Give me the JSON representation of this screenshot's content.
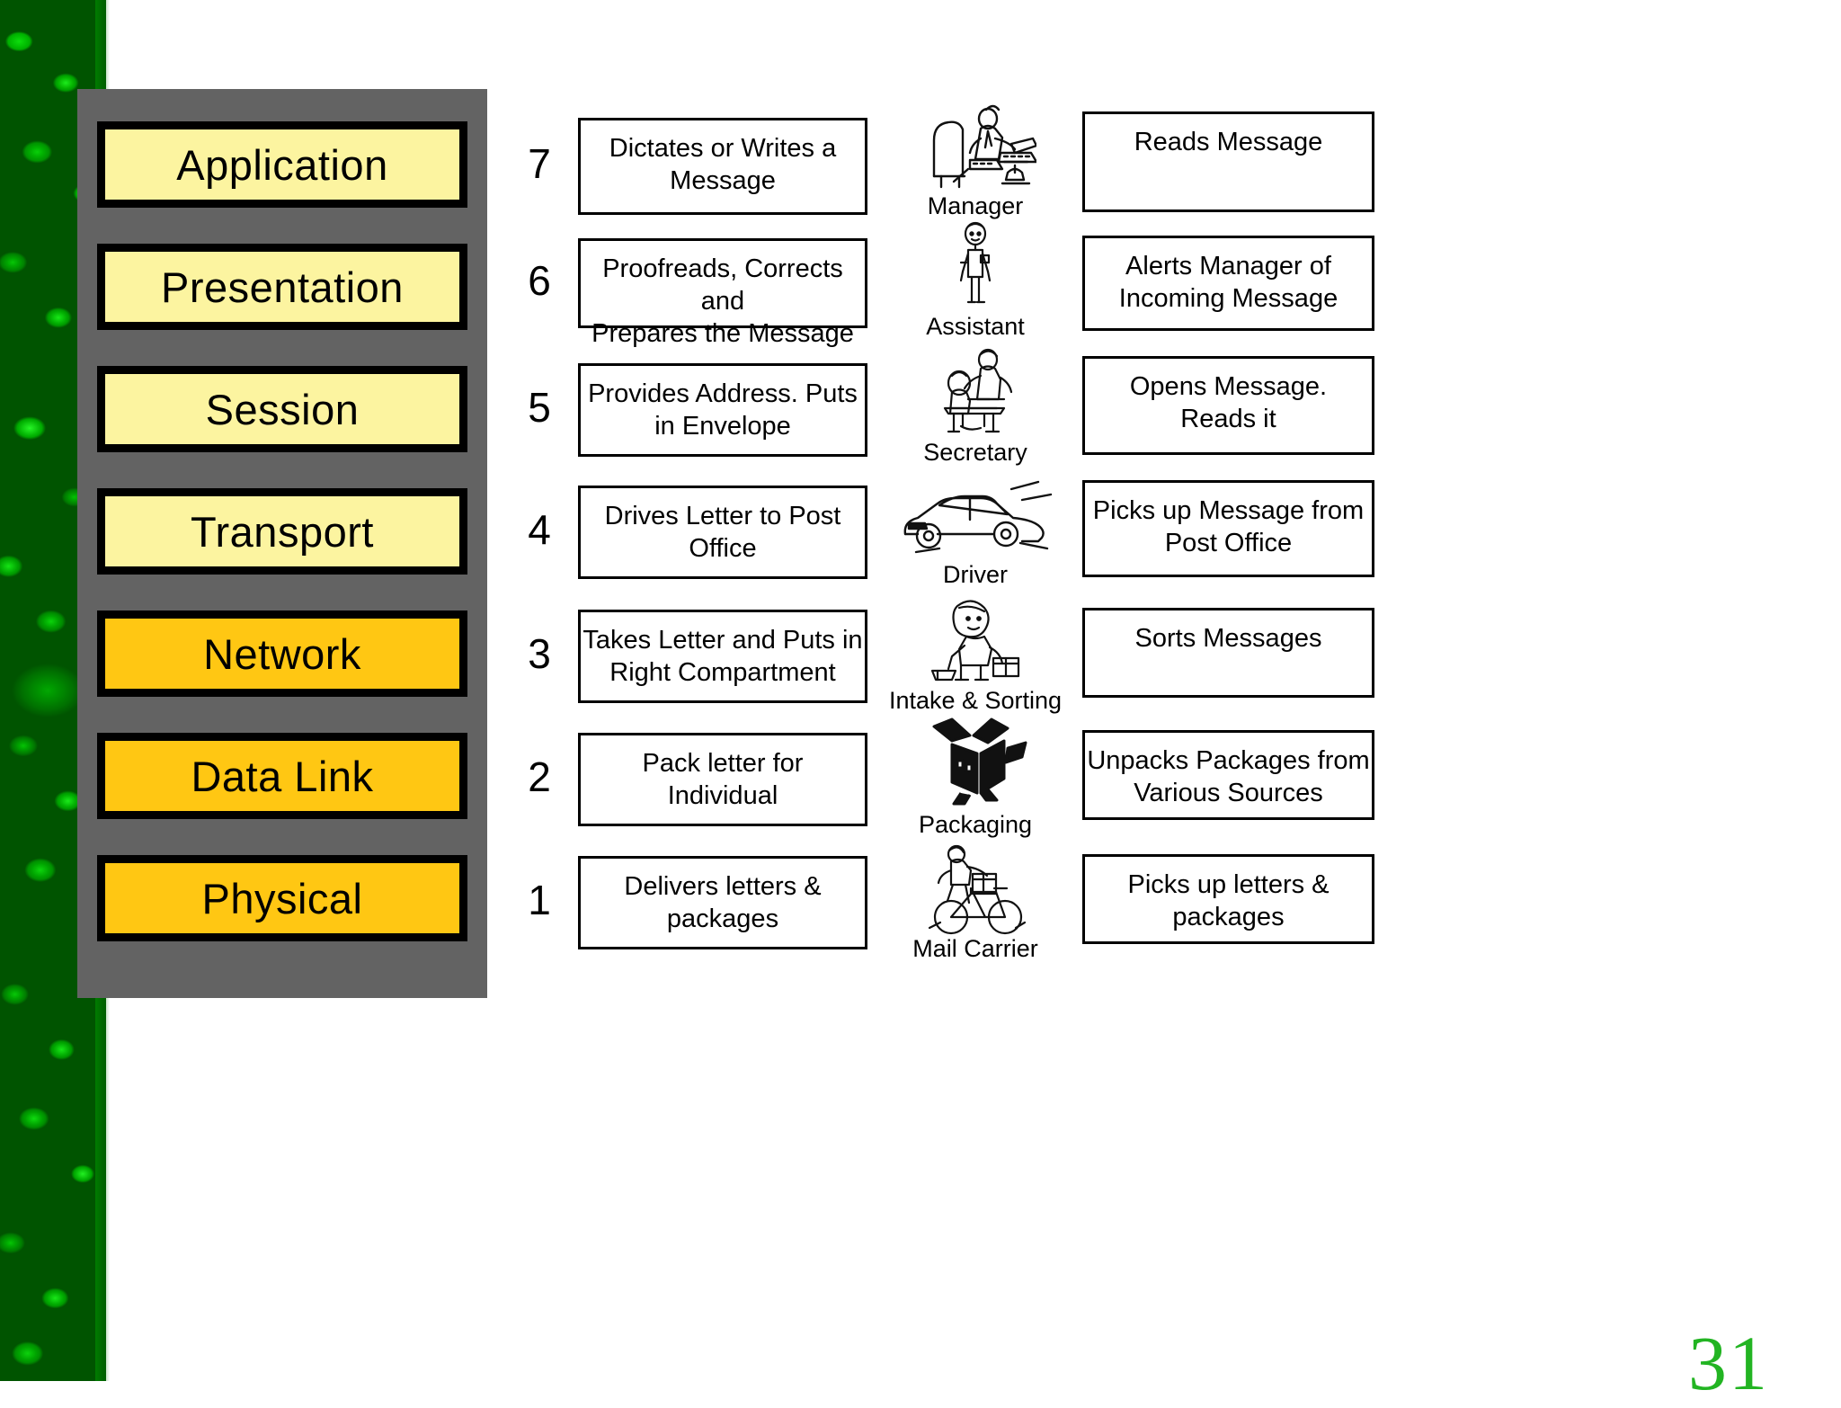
{
  "slide": {
    "page_number": "31",
    "page_number_color": "#22b422",
    "background_color": "#ffffff",
    "panel_color": "#636363"
  },
  "layer_stack": {
    "panel_name": "osi-layer-stack",
    "layers": [
      {
        "name": "Application",
        "number": 7,
        "fill": "#fcf4a0"
      },
      {
        "name": "Presentation",
        "number": 6,
        "fill": "#fcf4a0"
      },
      {
        "name": "Session",
        "number": 5,
        "fill": "#fcf4a0"
      },
      {
        "name": "Transport",
        "number": 4,
        "fill": "#fcf4a0"
      },
      {
        "name": "Network",
        "number": 3,
        "fill": "#ffc713"
      },
      {
        "name": "Data Link",
        "number": 2,
        "fill": "#ffc713"
      },
      {
        "name": "Physical",
        "number": 1,
        "fill": "#ffc713"
      }
    ]
  },
  "rows": [
    {
      "step": "7",
      "sender_action": "Dictates or Writes a\nMessage",
      "role_label": "Manager",
      "role_icon": "manager-at-desk-icon",
      "receiver_action": "Reads Message"
    },
    {
      "step": "6",
      "sender_action": "Proofreads, Corrects and\nPrepares the Message",
      "role_label": "Assistant",
      "role_icon": "assistant-person-icon",
      "receiver_action": "Alerts Manager of\nIncoming Message"
    },
    {
      "step": "5",
      "sender_action": "Provides Address.  Puts\nin Envelope",
      "role_label": "Secretary",
      "role_icon": "secretary-at-desk-icon",
      "receiver_action": "Opens Message.\nReads it"
    },
    {
      "step": "4",
      "sender_action": "Drives Letter to Post\nOffice",
      "role_label": "Driver",
      "role_icon": "car-icon",
      "receiver_action": "Picks up Message from\nPost Office"
    },
    {
      "step": "3",
      "sender_action": "Takes Letter and Puts in\nRight Compartment",
      "role_label": "Intake & Sorting",
      "role_icon": "sorting-worker-icon",
      "receiver_action": "Sorts Messages"
    },
    {
      "step": "2",
      "sender_action": "Pack  letter  for\nIndividual",
      "role_label": "Packaging",
      "role_icon": "package-box-icon",
      "receiver_action": "Unpacks Packages from\nVarious Sources"
    },
    {
      "step": "1",
      "sender_action": "Delivers letters &\npackages",
      "role_label": "Mail Carrier",
      "role_icon": "mail-carrier-bicycle-icon",
      "receiver_action": "Picks up letters &\npackages"
    }
  ]
}
